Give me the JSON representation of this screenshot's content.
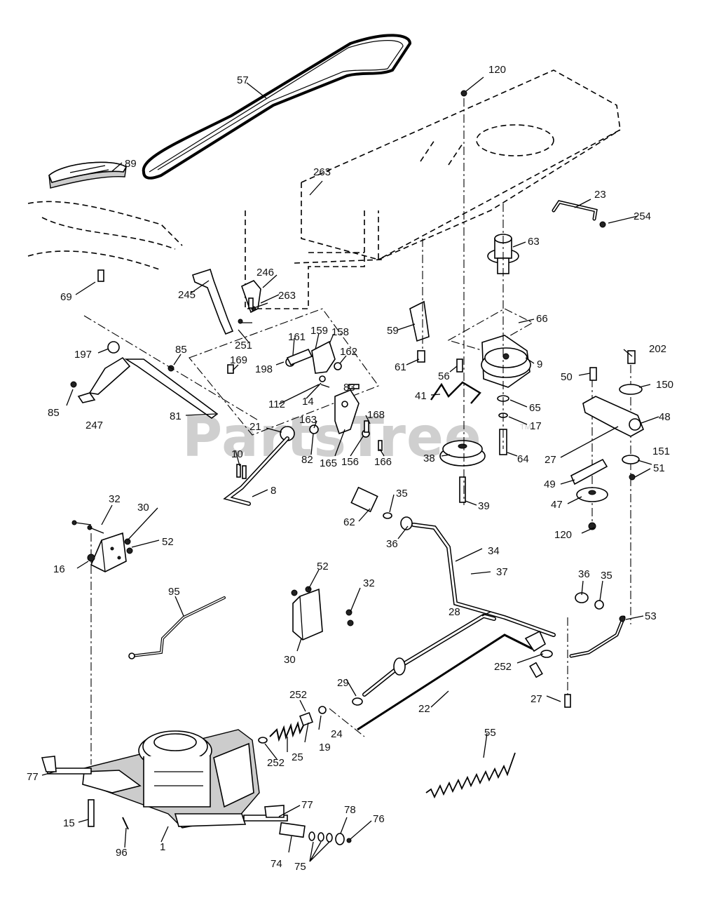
{
  "watermark": {
    "text": "PartsTree",
    "trademark": "TM"
  },
  "part_labels": [
    "57",
    "120",
    "89",
    "263",
    "23",
    "254",
    "63",
    "246",
    "69",
    "245",
    "263",
    "66",
    "59",
    "251",
    "9",
    "159",
    "158",
    "161",
    "202",
    "197",
    "85",
    "162",
    "169",
    "198",
    "61",
    "56",
    "50",
    "150",
    "83",
    "85",
    "247",
    "112",
    "14",
    "41",
    "65",
    "48",
    "81",
    "168",
    "163",
    "17",
    "21",
    "10",
    "82",
    "165",
    "156",
    "166",
    "38",
    "64",
    "27",
    "151",
    "51",
    "49",
    "8",
    "32",
    "30",
    "35",
    "62",
    "47",
    "39",
    "52",
    "16",
    "36",
    "120",
    "34",
    "37",
    "95",
    "52",
    "32",
    "36",
    "35",
    "28",
    "53",
    "30",
    "252",
    "29",
    "252",
    "27",
    "22",
    "24",
    "19",
    "55",
    "25",
    "252",
    "77",
    "15",
    "96",
    "1",
    "77",
    "78",
    "76",
    "74",
    "75"
  ]
}
